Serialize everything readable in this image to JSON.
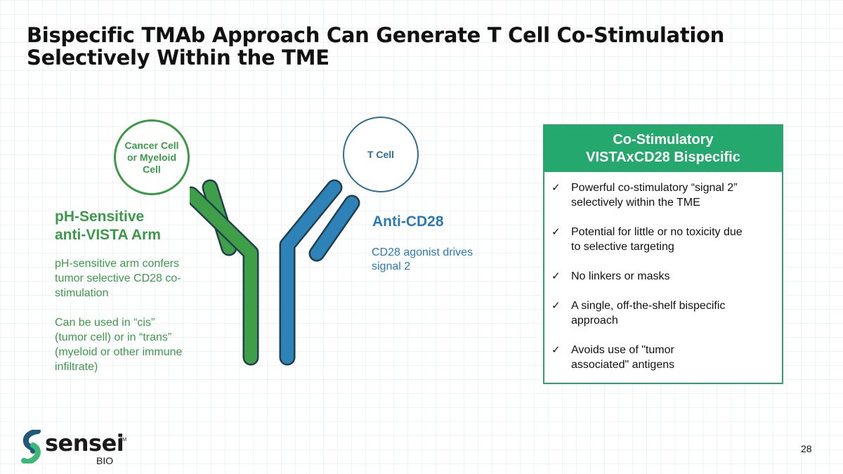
{
  "slide": {
    "title_lines": [
      "Bispecific TMAb Approach Can Generate T Cell Co-Stimulation",
      "Selectively Within the TME"
    ],
    "page_number": "28"
  },
  "diagram": {
    "cancer_cell_lines": [
      "Cancer Cell",
      "or Myeloid",
      "Cell"
    ],
    "t_cell_label": "T Cell",
    "left_arm": {
      "heading_lines": [
        "pH-Sensitive",
        "anti-VISTA Arm"
      ],
      "body_para1_lines": [
        "pH-sensitive arm confers",
        "tumor selective CD28 co-",
        "stimulation"
      ],
      "body_para2_lines": [
        "Can be used in “cis”",
        "(tumor cell) or in “trans”",
        "(myeloid or other immune",
        "infiltrate)"
      ],
      "color": "#3b9a48"
    },
    "right_arm": {
      "heading": "Anti-CD28",
      "body_lines": [
        "CD28 agonist drives",
        "signal 2"
      ],
      "color": "#2a7ab5"
    }
  },
  "panel": {
    "header_lines": [
      "Co-Stimulatory",
      "VISTAxCD28 Bispecific"
    ],
    "header_color": "#25a86e",
    "check_glyph": "✓",
    "items": [
      {
        "lines": [
          "Powerful co-stimulatory “signal 2”",
          "selectively within the TME"
        ]
      },
      {
        "lines": [
          "Potential for little or no toxicity due",
          "to selective targeting"
        ]
      },
      {
        "lines": [
          "No linkers or masks"
        ]
      },
      {
        "lines": [
          "A single, off-the-shelf bispecific",
          "approach"
        ]
      },
      {
        "lines": [
          "Avoids use of \"tumor",
          "associated\" antigens"
        ]
      }
    ]
  },
  "logo": {
    "word": "sensei",
    "tm": "TM",
    "sub": "BIO",
    "icon": "sensei-s-mark-icon"
  }
}
